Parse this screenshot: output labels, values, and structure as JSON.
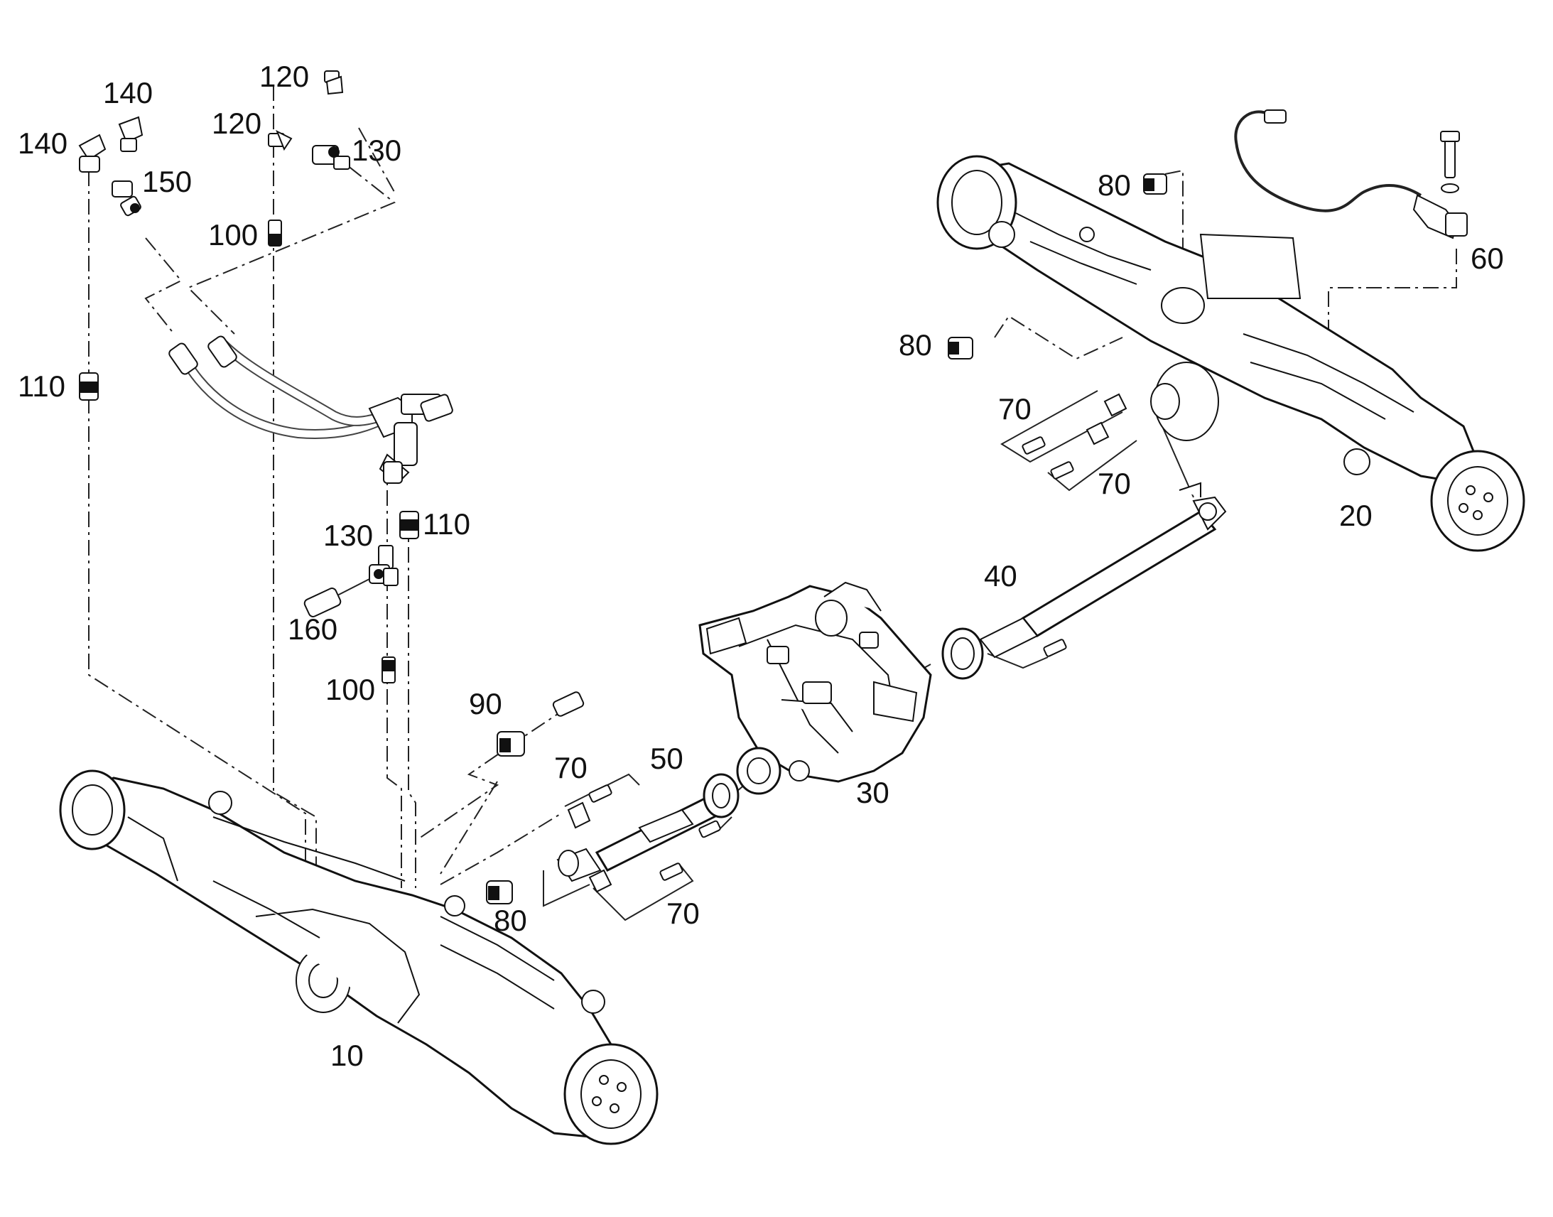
{
  "labels": {
    "l10": "10",
    "l20": "20",
    "l30": "30",
    "l40": "40",
    "l50": "50",
    "l60": "60",
    "l70a": "70",
    "l70b": "70",
    "l70c": "70",
    "l70d": "70",
    "l80a": "80",
    "l80b": "80",
    "l80c": "80",
    "l90": "90",
    "l100a": "100",
    "l100b": "100",
    "l110a": "110",
    "l110b": "110",
    "l120a": "120",
    "l120b": "120",
    "l130a": "130",
    "l130b": "130",
    "l140a": "140",
    "l140b": "140",
    "l150": "150",
    "l160": "160"
  }
}
